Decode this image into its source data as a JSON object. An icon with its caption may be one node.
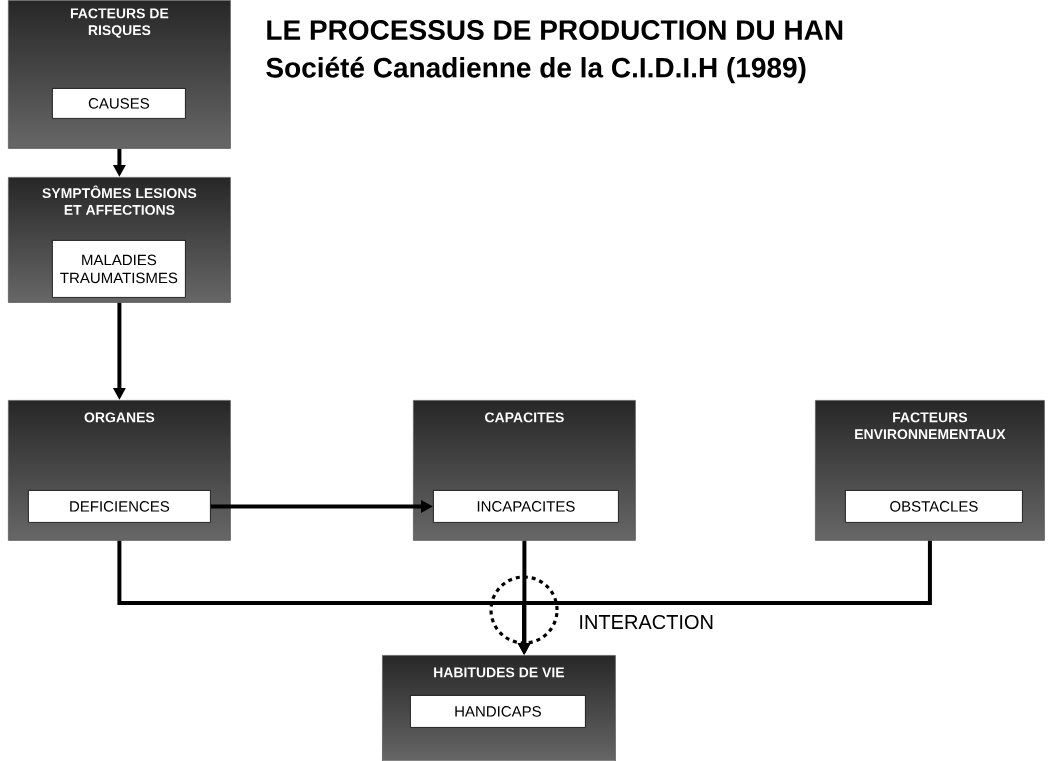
{
  "diagram": {
    "title": "LE PROCESSUS DE PRODUCTION DU HAN",
    "nodes": [
      {
        "text": [
          "FACTEURS DE RISQUES"
        ]
      },
      {
        "text": [
          "CAUSES"
        ],
        "in": 0
      },
      {
        "text": [
          "SYMPTÔMES LESIONS ET AFFECTIONS"
        ]
      },
      {
        "text": [
          "MALADIES TRAUMATISMES"
        ],
        "in": 2
      },
      {
        "text": [
          "ORGANES"
        ]
      },
      {
        "text": [
          "DEFICIENCES"
        ],
        "in": 4
      },
      {
        "text": [
          "CAPACITES"
        ]
      },
      {
        "text": [
          "INCAPACITES"
        ],
        "in": 6
      },
      {
        "text": [
          "FACTEURS ENVIRONNEMENTAUX"
        ]
      },
      {
        "text": [
          "OBSTACLES"
        ],
        "in": 8
      },
      {
        "text": [
          "HABITUDES DE VIE"
        ]
      },
      {
        "text": [
          "HANDICAPS"
        ],
        "in": 10
      }
    ],
    "edges": [
      {
        "from": 0,
        "to": 2,
        "arrow": "to"
      },
      {
        "from": 2,
        "to": 4,
        "arrow": "to"
      },
      {
        "from": 5,
        "to": 7,
        "arrow": "to"
      },
      {
        "from": 4,
        "to": 10,
        "arrow": "to"
      },
      {
        "from": 6,
        "to": 10,
        "arrow": "to"
      },
      {
        "from": 8,
        "to": 10,
        "arrow": "to"
      }
    ],
    "labels": [
      "Société Canadienne de la C.I.D.I.H (1989)",
      "INTERACTION"
    ]
  }
}
